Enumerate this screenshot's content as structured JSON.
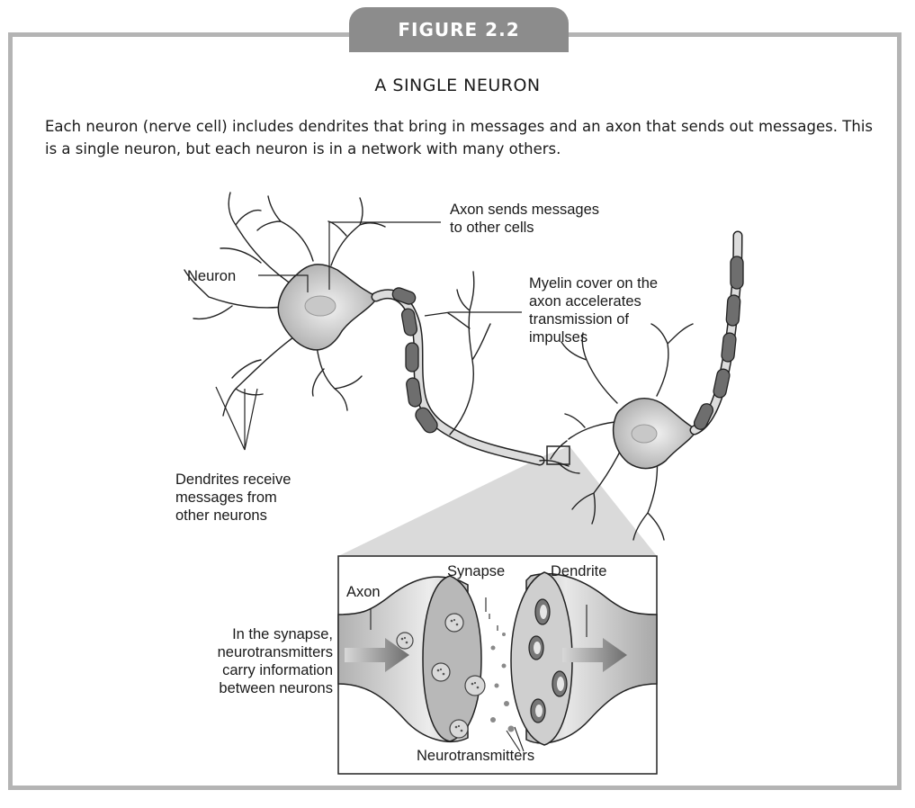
{
  "figure": {
    "tab": "FIGURE 2.2",
    "title": "A SINGLE NEURON",
    "caption": "Each neuron (nerve cell) includes dendrites that bring in messages and an axon that sends out messages. This is a single neuron, but each neuron is in a network with many others."
  },
  "labels": {
    "axon_sends": "Axon sends messages\nto other cells",
    "neuron": "Neuron",
    "myelin": "Myelin cover on the\naxon accelerates\ntransmission of\nimpulses",
    "dendrites": "Dendrites receive\nmessages from\nother neurons"
  },
  "inset": {
    "axon": "Axon",
    "synapse": "Synapse",
    "dendrite": "Dendrite",
    "synapse_note": "In the synapse,\nneurotransmitters\ncarry information\nbetween neurons",
    "neurotransmitters": "Neurotransmitters"
  }
}
